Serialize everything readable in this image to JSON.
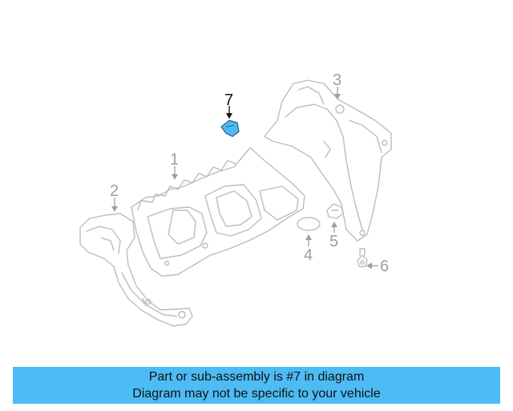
{
  "colors": {
    "highlight": "#4dbcf4",
    "banner": "#4dbcf4",
    "part_outline": "#bdbdbd",
    "callout_inactive": "#9e9e9e",
    "callout_active": "#111111"
  },
  "diagram": {
    "highlighted_part": "7",
    "callouts": [
      {
        "id": "1",
        "label": "1"
      },
      {
        "id": "2",
        "label": "2"
      },
      {
        "id": "3",
        "label": "3"
      },
      {
        "id": "4",
        "label": "4"
      },
      {
        "id": "5",
        "label": "5"
      },
      {
        "id": "6",
        "label": "6"
      },
      {
        "id": "7",
        "label": "7"
      }
    ]
  },
  "banner": {
    "line1": "Part or sub-assembly is #7 in diagram",
    "line2": "Diagram may not be specific to your vehicle"
  }
}
